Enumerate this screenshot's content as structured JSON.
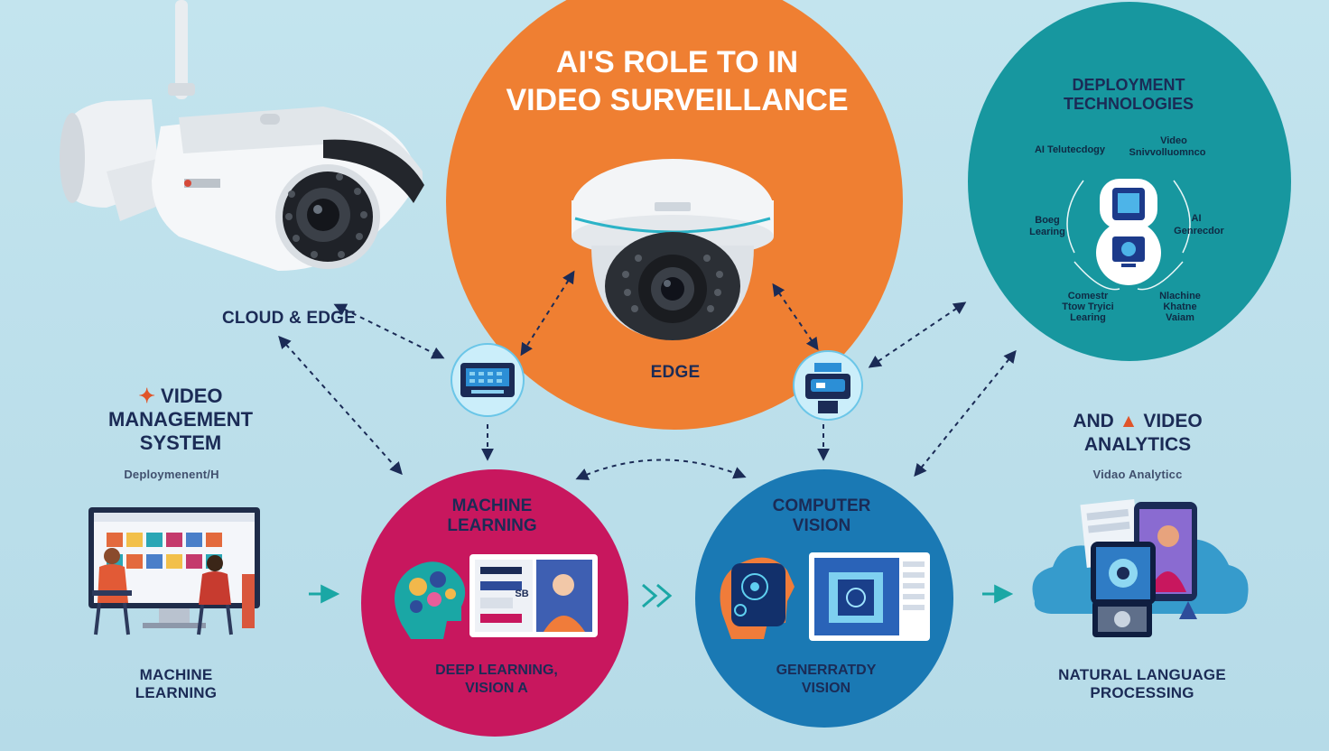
{
  "title": {
    "line1": "AI'S ROLE TO IN",
    "line2": "VIDEO SURVEILLANCE"
  },
  "center": {
    "edge_label": "EDGE"
  },
  "left_top": {
    "cloud_edge": "CLOUD & EDGE"
  },
  "vms": {
    "line1": "VIDEO",
    "line2": "MANAGEMENT",
    "line3": "SYSTEM",
    "sub": "Deploymenent/H"
  },
  "left_bottom": {
    "line1": "MACHINE",
    "line2": "LEARNING"
  },
  "deployment": {
    "title1": "DEPLOYMENT",
    "title2": "TECHNOLOGIES",
    "top_left": "AI Telutecdogy",
    "top_right1": "Video",
    "top_right2": "Snivvolluomnco",
    "mid_left1": "Boeg",
    "mid_left2": "Learing",
    "mid_right1": "AI",
    "mid_right2": "Genrecdor",
    "bot_left1": "Comestr",
    "bot_left2": "Ttow Tryici",
    "bot_left3": "Learing",
    "bot_right1": "Nlachine",
    "bot_right2": "Khatne",
    "bot_right3": "Vaiam"
  },
  "ml_circle": {
    "title1": "MACHINE",
    "title2": "LEARNING",
    "bottom1": "DEEP LEARNING,",
    "bottom2": "VISION A",
    "screen_tag": "SB"
  },
  "cv_circle": {
    "title1": "COMPUTER",
    "title2": "VISION",
    "bottom1": "GENERRATDY",
    "bottom2": "VISION"
  },
  "analytics": {
    "line1": "AND",
    "line1b": "VIDEO",
    "line2": "ANALYTICS",
    "sub": "Vidao Analyticc"
  },
  "nlp": {
    "line1": "NATURAL LANGUAGE",
    "line2": "PROCESSING"
  },
  "colors": {
    "orange": "#ef7f32",
    "teal": "#17979f",
    "magenta": "#c8175e",
    "blue": "#1a79b4",
    "navy": "#1b2b56",
    "arrow_teal": "#1aa7a5"
  }
}
